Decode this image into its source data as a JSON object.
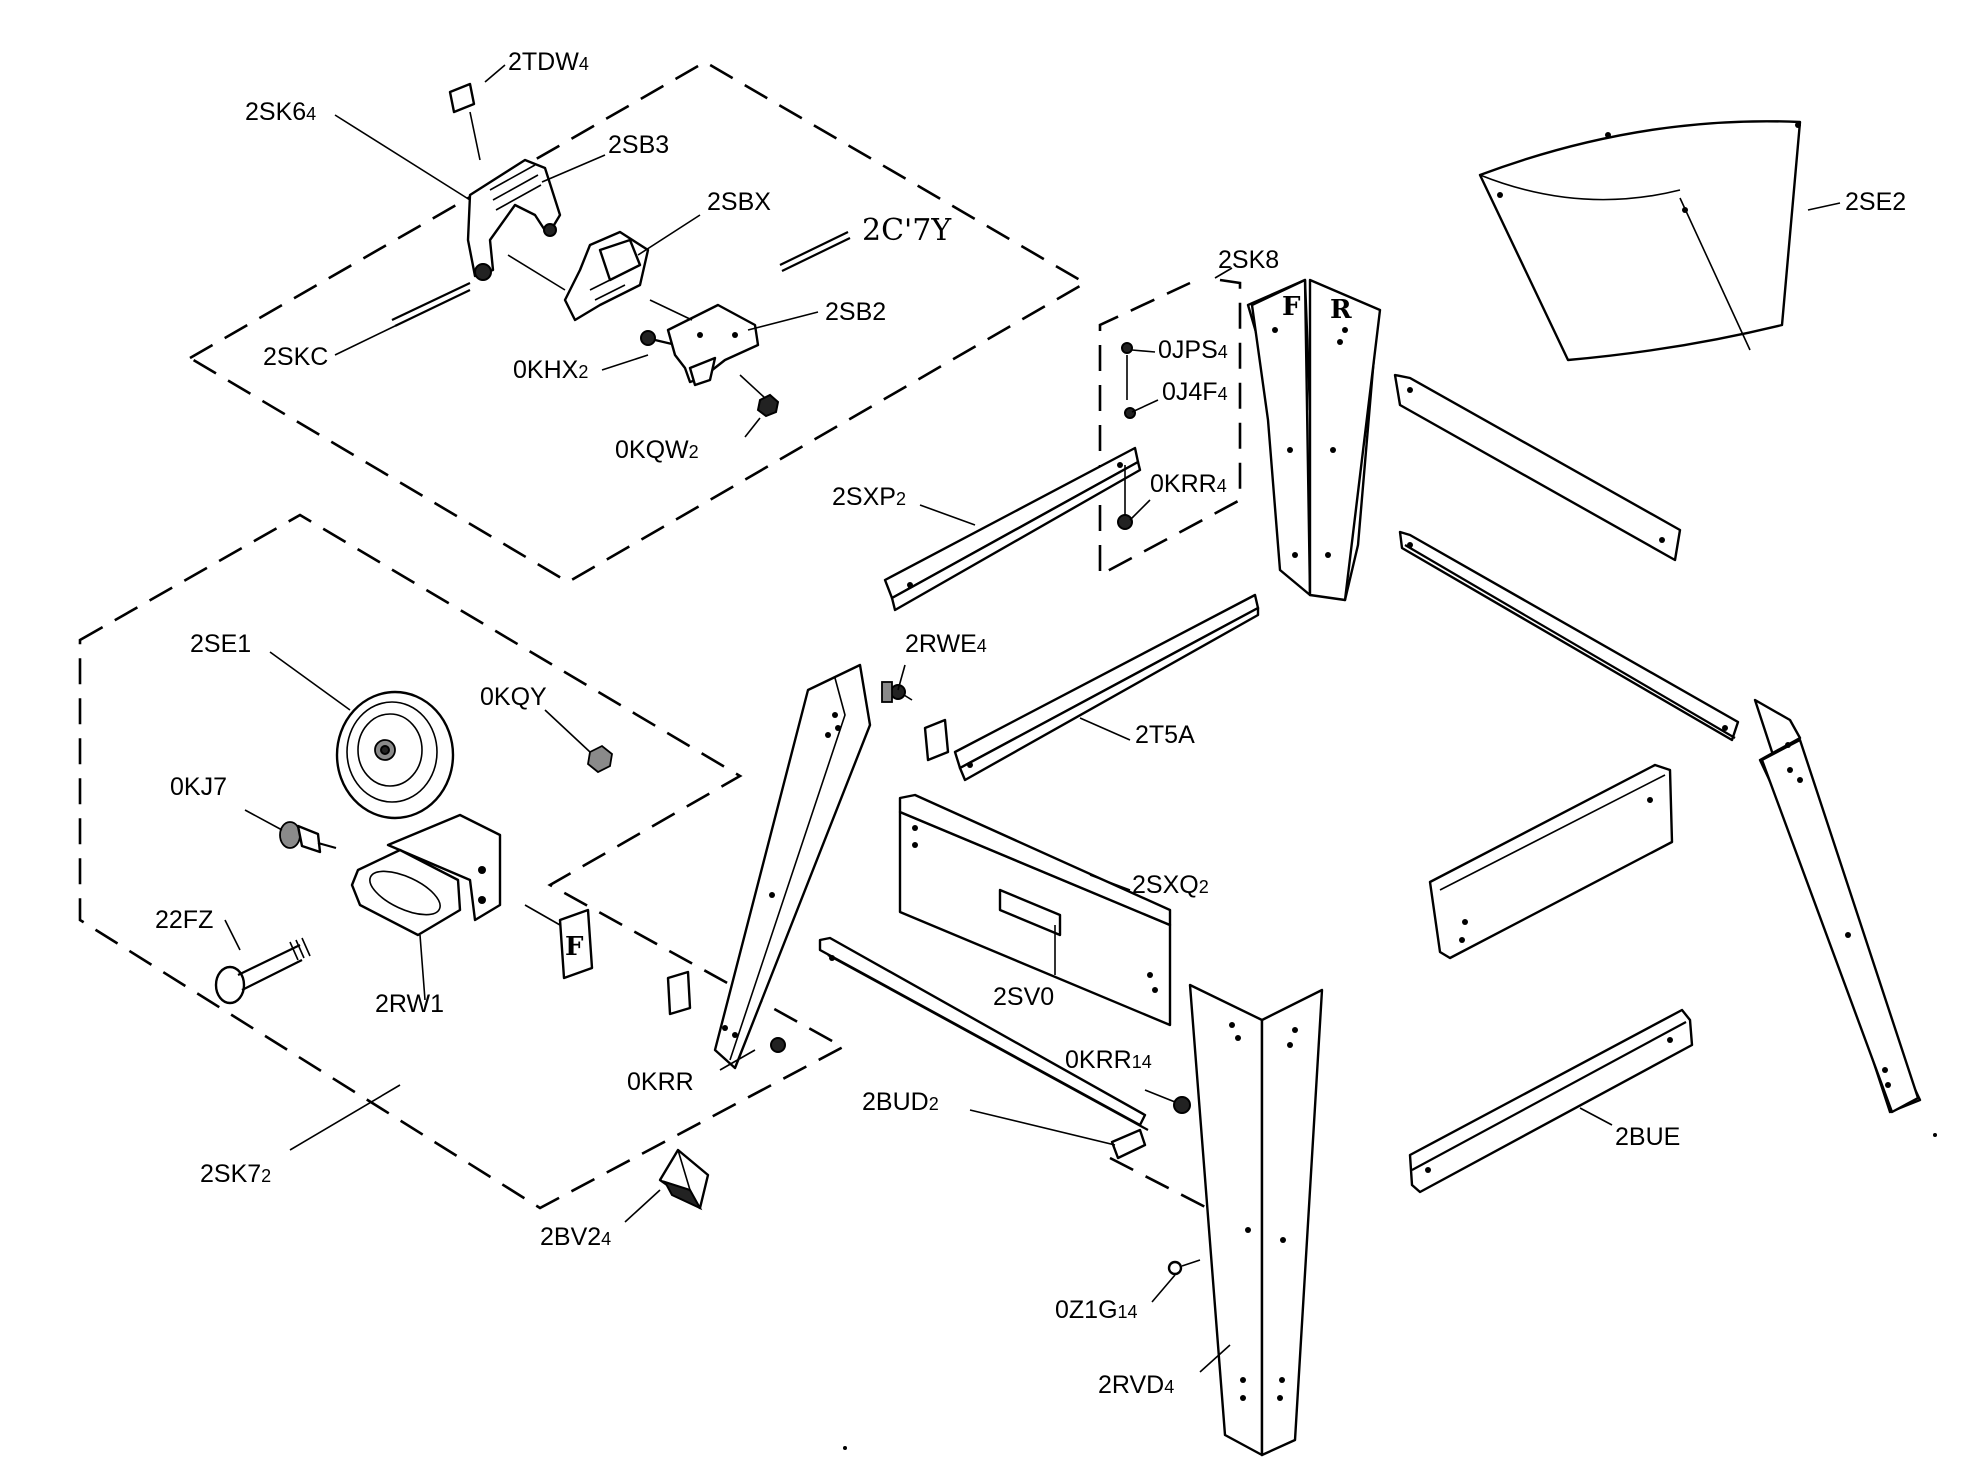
{
  "labels": {
    "2TDW4": "2TDW",
    "2TDW4_sub": "4",
    "2SK64": "2SK6",
    "2SK64_sub": "4",
    "2SB3": "2SB3",
    "2SBX": "2SBX",
    "2C7Y": "2C'7Y",
    "2SB2": "2SB2",
    "2SKC": "2SKC",
    "0KHX2": "0KHX",
    "0KHX2_sub": "2",
    "0KQW2": "0KQW",
    "0KQW2_sub": "2",
    "2SE2": "2SE2",
    "2SK8": "2SK8",
    "0JPS4": "0JPS",
    "0JPS4_sub": "4",
    "0J4F4": "0J4F",
    "0J4F4_sub": "4",
    "0KRR4": "0KRR",
    "0KRR4_sub": "4",
    "2SXP2": "2SXP",
    "2SXP2_sub": "2",
    "2SE1": "2SE1",
    "0KQY": "0KQY",
    "2RWE4": "2RWE",
    "2RWE4_sub": "4",
    "2T5A": "2T5A",
    "0KJ7": "0KJ7",
    "22FZ": "22FZ",
    "2RW1": "2RW1",
    "2SXQ2": "2SXQ",
    "2SXQ2_sub": "2",
    "2SV0": "2SV0",
    "0KRR": "0KRR",
    "0KRR14": "0KRR",
    "0KRR14_sub": "14",
    "2BUD2": "2BUD",
    "2BUD2_sub": "2",
    "2BUE": "2BUE",
    "2SK72": "2SK7",
    "2SK72_sub": "2",
    "2BV24": "2BV2",
    "2BV24_sub": "4",
    "0Z1G14": "0Z1G",
    "0Z1G14_sub": "14",
    "2RVD4": "2RVD",
    "2RVD4_sub": "4"
  },
  "part_marks": {
    "front_mark": "F",
    "rear_mark": "R"
  }
}
